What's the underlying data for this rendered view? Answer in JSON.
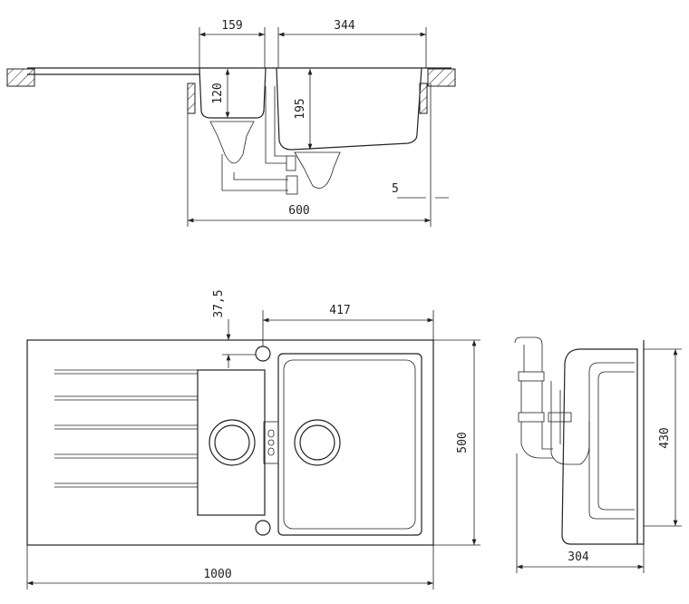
{
  "title": "Sink technical drawing",
  "section_view": {
    "dimensions": {
      "small_bowl_width": "159",
      "large_bowl_width": "344",
      "small_bowl_depth": "120",
      "large_bowl_depth": "195",
      "rim_offset": "5",
      "cabinet_width": "600"
    }
  },
  "plan_view": {
    "dimensions": {
      "tap_hole_offset": "37,5",
      "large_bowl_outer": "417",
      "overall_depth": "500",
      "overall_length": "1000"
    }
  },
  "side_view": {
    "dimensions": {
      "height": "430",
      "depth": "304"
    }
  }
}
